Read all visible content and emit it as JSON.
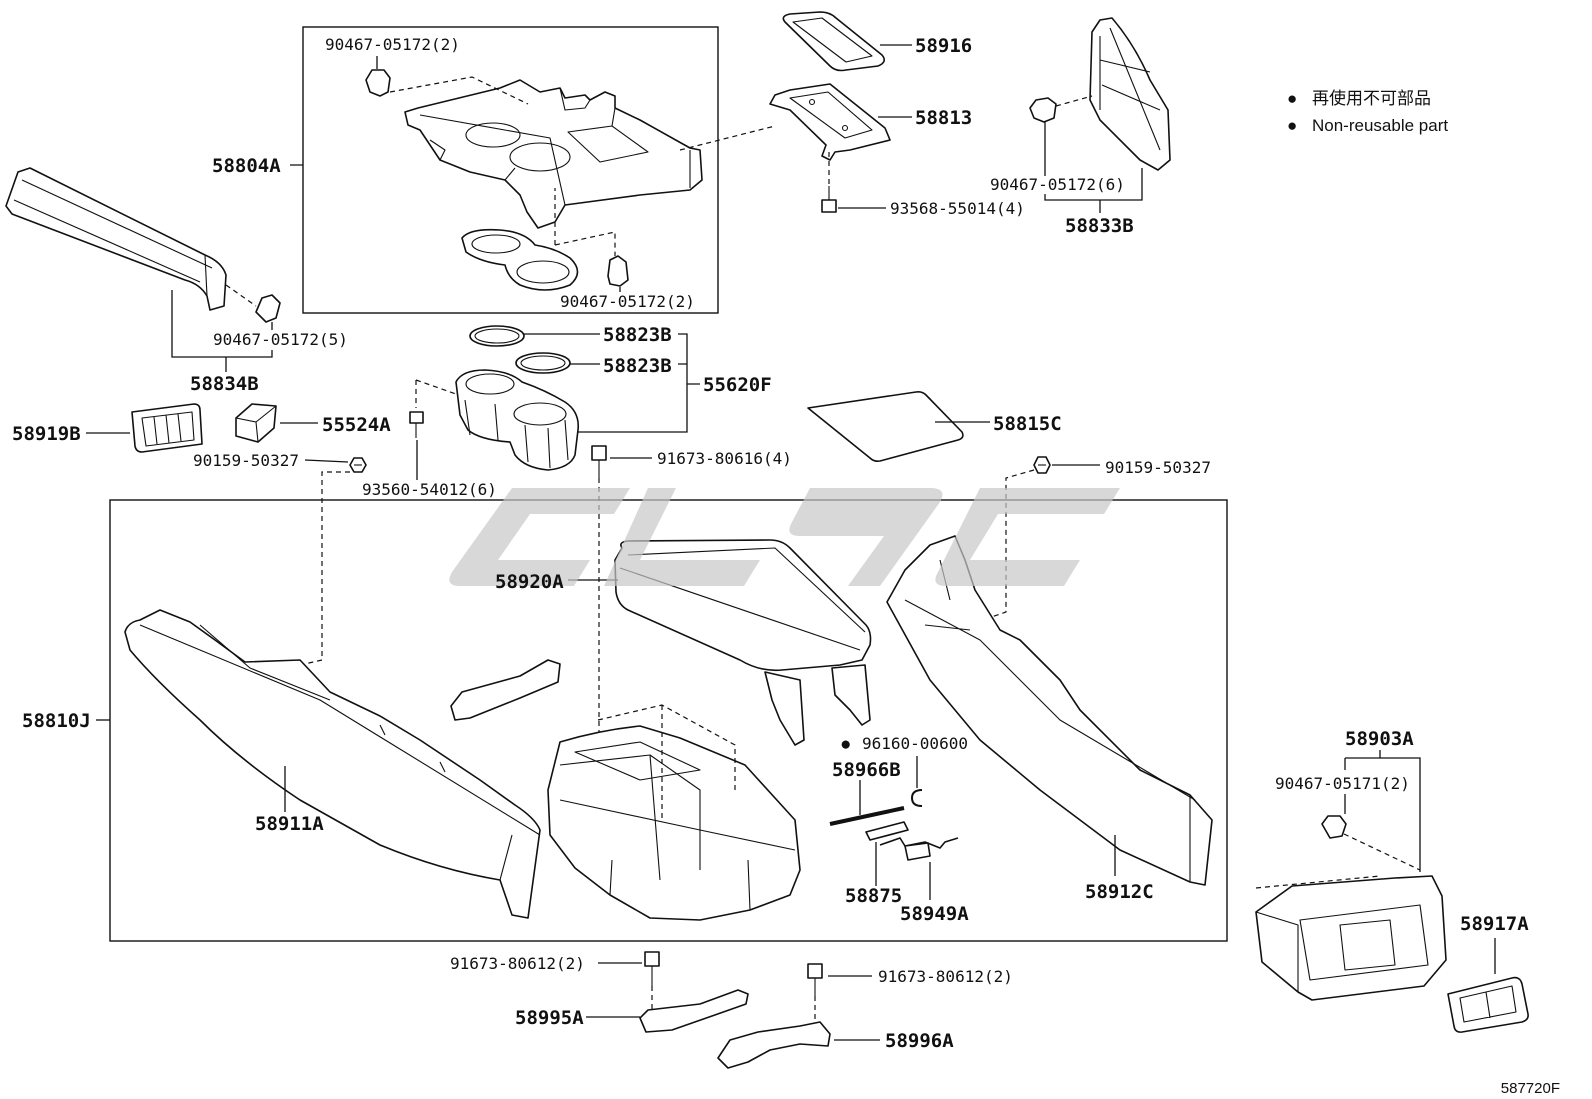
{
  "colors": {
    "ink": "#111111",
    "watermark": "#c8c8c8",
    "background": "#ffffff"
  },
  "legend": {
    "marker": "●",
    "japanese": "再使用不可部品",
    "english": "Non-reusable part"
  },
  "figure_code": "587720F",
  "labels": {
    "clip_90467_2_top": "90467-05172(2)",
    "p58804a": "58804A",
    "p58916": "58916",
    "p58813": "58813",
    "bolt_93568": "93568-55014(4)",
    "clip_90467_6": "90467-05172(6)",
    "p58833b": "58833B",
    "clip_90467_2_bottom": "90467-05172(2)",
    "clip_90467_5": "90467-05172(5)",
    "p58834b": "58834B",
    "p58823b_upper": "58823B",
    "p58823b_lower": "58823B",
    "p55620f": "55620F",
    "p58919b": "58919B",
    "p55524a": "55524A",
    "screw_90159_left": "90159-50327",
    "screw_93560": "93560-54012(6)",
    "bolt_91673_80616": "91673-80616(4)",
    "p58815c": "58815C",
    "screw_90159_right": "90159-50327",
    "p58920a": "58920A",
    "p58810j": "58810J",
    "clip_96160": "96160-00600",
    "p58966b": "58966B",
    "p58911a": "58911A",
    "p58903a": "58903A",
    "clip_90467_05171": "90467-05171(2)",
    "p58875": "58875",
    "p58949a": "58949A",
    "p58912c": "58912C",
    "p58917a": "58917A",
    "bolt_91673_80612_left": "91673-80612(2)",
    "bolt_91673_80612_right": "91673-80612(2)",
    "p58995a": "58995A",
    "p58996a": "58996A"
  }
}
